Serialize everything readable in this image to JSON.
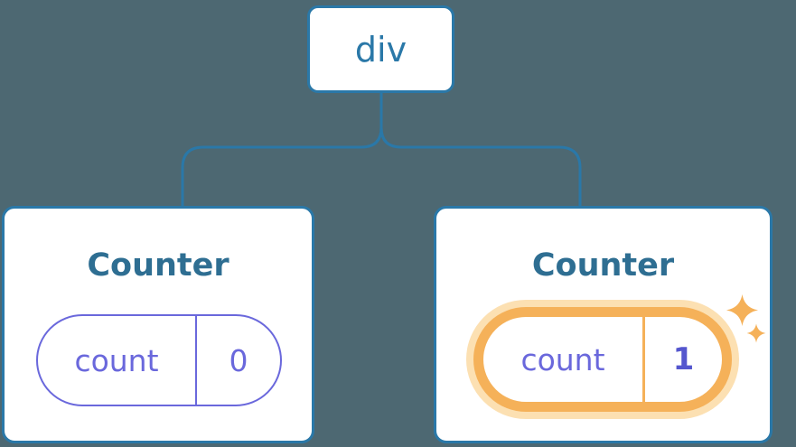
{
  "diagram": {
    "type": "component-tree",
    "root_node": {
      "label": "div"
    },
    "nodes": [
      {
        "title": "Counter",
        "state_key": "count",
        "state_value": "0",
        "highlighted": false
      },
      {
        "title": "Counter",
        "state_key": "count",
        "state_value": "1",
        "highlighted": true
      }
    ],
    "icons": {
      "sparkle_large": "four-point-star",
      "sparkle_small": "four-point-star"
    },
    "colors": {
      "background": "#4d6872",
      "tree_line": "#2a78a8",
      "card_border": "#2a78a8",
      "card_background": "#ffffff",
      "title_text": "#2e6e92",
      "root_label_text": "#2a78a8",
      "state_text": "#6a68dc",
      "state_pill_border": "#6a68dc",
      "highlight_ring": "#f5b159",
      "highlight_halo": "#fce0b2",
      "highlight_value_text": "#5456ce",
      "sparkle": "#f5b159"
    }
  }
}
